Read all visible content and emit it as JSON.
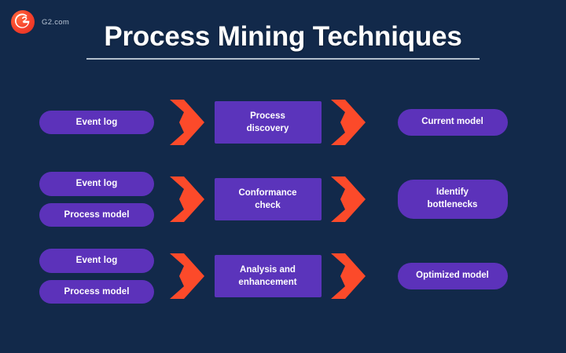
{
  "brand": {
    "logo_icon": "g2-logo-icon",
    "name": "G2.com"
  },
  "header": {
    "title": "Process Mining Techniques"
  },
  "colors": {
    "background": "#12294a",
    "pill": "#5c32ba",
    "box": "#5b34bb",
    "arrow": "#fc4a2a",
    "title_text": "#ffffff",
    "rule": "#cfd8e3",
    "logo": "#f5402c"
  },
  "diagram": {
    "arrow_icon": "chevron-right-icon",
    "rows": [
      {
        "id": "process-discovery",
        "inputs": [
          "Event log"
        ],
        "technique": "Process discovery",
        "technique_lines": [
          "Process",
          "discovery"
        ],
        "output": "Current model"
      },
      {
        "id": "conformance-check",
        "inputs": [
          "Event log",
          "Process model"
        ],
        "technique": "Conformance check",
        "technique_lines": [
          "Conformance",
          "check"
        ],
        "output": "Identify bottlenecks",
        "output_lines": [
          "Identify",
          "bottlenecks"
        ]
      },
      {
        "id": "analysis-enhancement",
        "inputs": [
          "Event log",
          "Process model"
        ],
        "technique": "Analysis and enhancement",
        "technique_lines": [
          "Analysis and",
          "enhancement"
        ],
        "output": "Optimized model"
      }
    ]
  }
}
